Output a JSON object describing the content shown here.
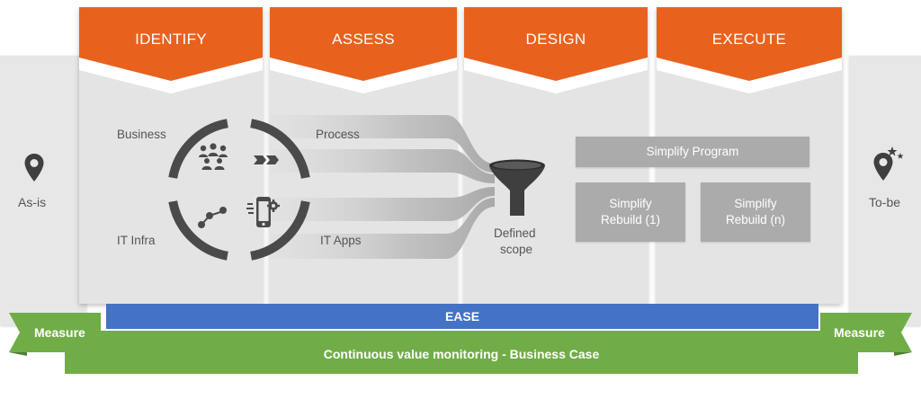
{
  "phases": [
    {
      "label": "IDENTIFY"
    },
    {
      "label": "ASSESS"
    },
    {
      "label": "DESIGN"
    },
    {
      "label": "EXECUTE"
    }
  ],
  "left_panel": {
    "label": "As-is",
    "icon": "location-pin-icon"
  },
  "right_panel": {
    "label": "To-be",
    "icon": "location-pin-star-icon"
  },
  "identify": {
    "business_label": "Business",
    "it_infra_label": "IT Infra"
  },
  "assess": {
    "process_label": "Process",
    "it_apps_label": "IT Apps"
  },
  "funnel": {
    "label_line1": "Defined",
    "label_line2": "scope"
  },
  "execute": {
    "program_label": "Simplify Program",
    "rebuild_1_line1": "Simplify",
    "rebuild_1_line2": "Rebuild (1)",
    "rebuild_n_line1": "Simplify",
    "rebuild_n_line2": "Rebuild (n)"
  },
  "bars": {
    "ease_label": "EASE",
    "monitoring_label": "Continuous value monitoring - Business Case",
    "measure_left": "Measure",
    "measure_right": "Measure"
  },
  "colors": {
    "phase_orange": "#e8621e",
    "ease_blue": "#4472c4",
    "measure_green": "#70ad47",
    "box_gray": "#ababab",
    "icon_dark": "#4a4a4a"
  }
}
